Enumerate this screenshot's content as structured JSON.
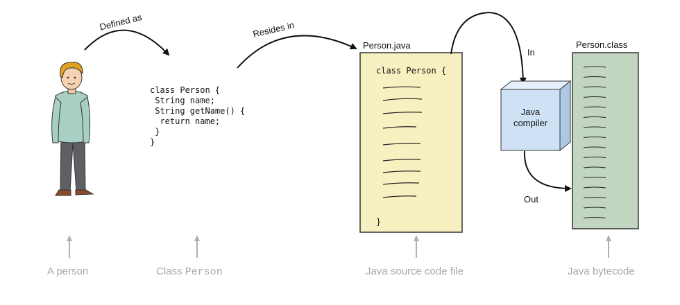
{
  "arrow_labels": {
    "defined_as": "Defined as",
    "resides_in": "Resides in",
    "in": "In",
    "out": "Out"
  },
  "class_code": "class Person {\n String name;\n String getName() {\n  return name;\n }\n}",
  "source_file": {
    "filename": "Person.java",
    "first_line": "class Person {",
    "last_line": "}"
  },
  "compiler": {
    "label_line1": "Java",
    "label_line2": "compiler"
  },
  "bytecode_file": {
    "filename": "Person.class"
  },
  "captions": {
    "person": "A person",
    "class_prefix": "Class ",
    "class_name": "Person",
    "source": "Java source code file",
    "bytecode": "Java bytecode"
  },
  "colors": {
    "source_fill": "#f7f1c1",
    "bytecode_fill": "#c2d5c0",
    "compiler_front": "#cfe2f5",
    "compiler_side": "#aec8e3",
    "caption_gray": "#a8a8a8"
  },
  "icons": [
    "person-illustration",
    "java-compiler-cube-icon"
  ]
}
